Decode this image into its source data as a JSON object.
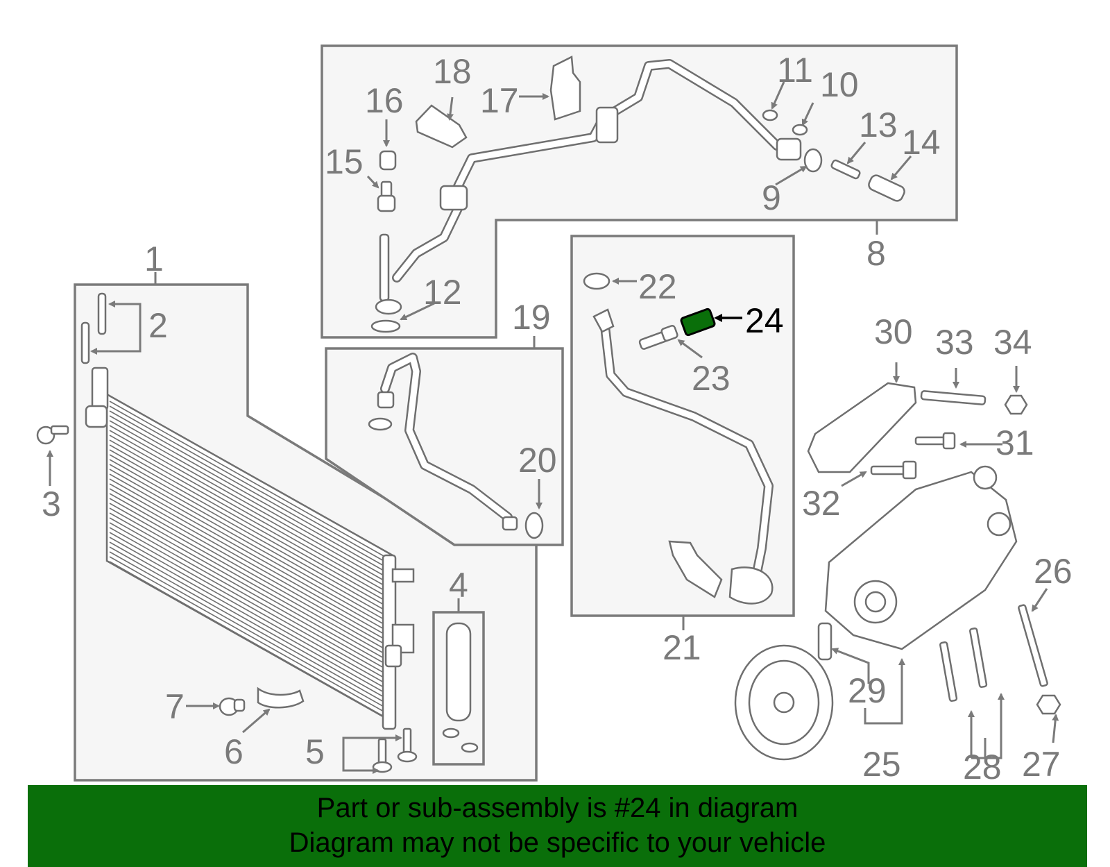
{
  "diagram": {
    "highlight_color": "#0a6f0a",
    "highlighted_part": "24",
    "callouts": {
      "c1": "1",
      "c2": "2",
      "c3": "3",
      "c4": "4",
      "c5": "5",
      "c6": "6",
      "c7": "7",
      "c8": "8",
      "c9": "9",
      "c10": "10",
      "c11": "11",
      "c12": "12",
      "c13": "13",
      "c14": "14",
      "c15": "15",
      "c16": "16",
      "c17": "17",
      "c18": "18",
      "c19": "19",
      "c20": "20",
      "c21": "21",
      "c22": "22",
      "c23": "23",
      "c24": "24",
      "c25": "25",
      "c26": "26",
      "c27": "27",
      "c28": "28",
      "c29": "29",
      "c30": "30",
      "c31": "31",
      "c32": "32",
      "c33": "33",
      "c34": "34"
    }
  },
  "banner": {
    "line1": "Part or sub-assembly is #24 in diagram",
    "line2": "Diagram may not be specific to your vehicle",
    "background": "#0a6f0a"
  }
}
